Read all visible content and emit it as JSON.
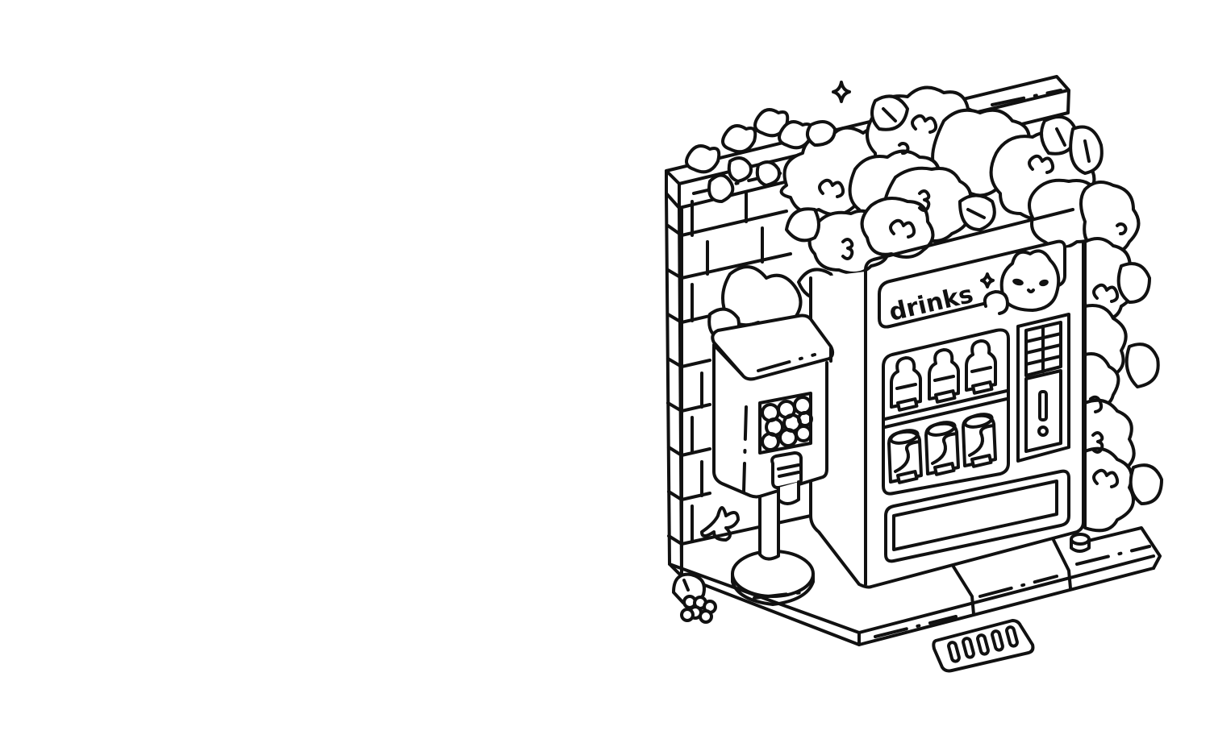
{
  "illustration": {
    "style": "black line-art coloring page",
    "background_color": "#ffffff",
    "line_color": "#111111",
    "vending_machine": {
      "sign_label": "drinks",
      "mascot": "bunny peeking over sign",
      "upper_shelf_items": [
        "bottle",
        "bottle",
        "bottle"
      ],
      "lower_shelf_items": [
        "can",
        "can",
        "can"
      ],
      "keypad_grid": "2x4",
      "coin_slot": "exclamation-shaped slot"
    },
    "gumball_machine": {
      "gumballs": "circles in window",
      "dispenser": "crank knob"
    },
    "surroundings": [
      "brick wall",
      "flower bushes",
      "leaves",
      "sparkle",
      "berry cluster",
      "drain grate",
      "curb"
    ]
  }
}
